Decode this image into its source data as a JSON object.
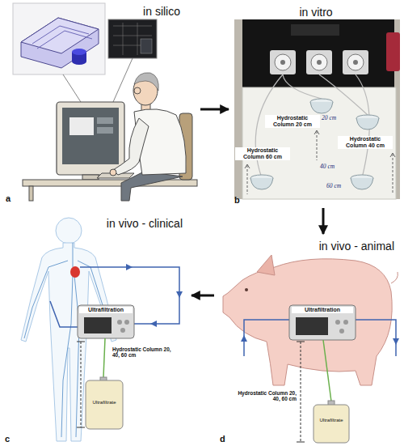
{
  "diagram": {
    "nodes": [
      {
        "text": [
          "in silico",
          "a"
        ]
      },
      {
        "text": [
          "in vitro",
          "b"
        ]
      },
      {
        "text": [
          "in vivo - clinical",
          "c"
        ]
      },
      {
        "text": [
          "in vivo - animal",
          "d"
        ]
      }
    ],
    "edges": [
      {
        "from": 0,
        "to": 1,
        "arrow": "to"
      },
      {
        "from": 1,
        "to": 3,
        "arrow": "to"
      },
      {
        "from": 3,
        "to": 2,
        "arrow": "to"
      }
    ],
    "labels": [
      "Hydrostatic Column 20 cm",
      "Hydrostatic Column 40 cm",
      "Hydrostatic Column 60 cm",
      "20 cm",
      "40 cm",
      "60 cm",
      "Ultrafiltration",
      "Hydrostatic Column 20, 40, 60 cm",
      "Ultrafiltrate",
      "Ultrafiltration",
      "Hydrostatic Column 20, 40, 60 cm",
      "Ultrafiltrate"
    ]
  }
}
